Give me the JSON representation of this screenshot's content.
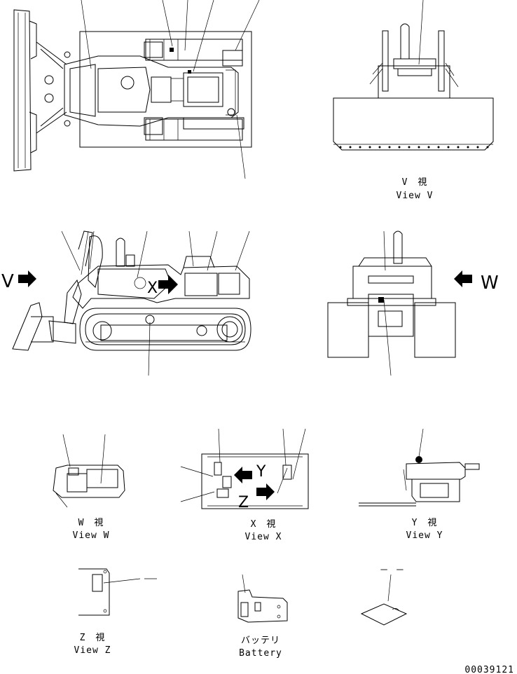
{
  "views": {
    "v": {
      "jp": "V　視",
      "en": "View V"
    },
    "w": {
      "jp": "W　視",
      "en": "View W"
    },
    "x": {
      "jp": "X　視",
      "en": "View X"
    },
    "y": {
      "jp": "Y　視",
      "en": "View Y"
    },
    "z": {
      "jp": "Z　視",
      "en": "View Z"
    },
    "battery": {
      "jp": "バッテリ",
      "en": "Battery"
    }
  },
  "markers": {
    "v": "V",
    "w": "W",
    "x": "X",
    "y": "Y",
    "z": "Z"
  },
  "dash_mark": "－ －",
  "drawing_number": "00039121"
}
